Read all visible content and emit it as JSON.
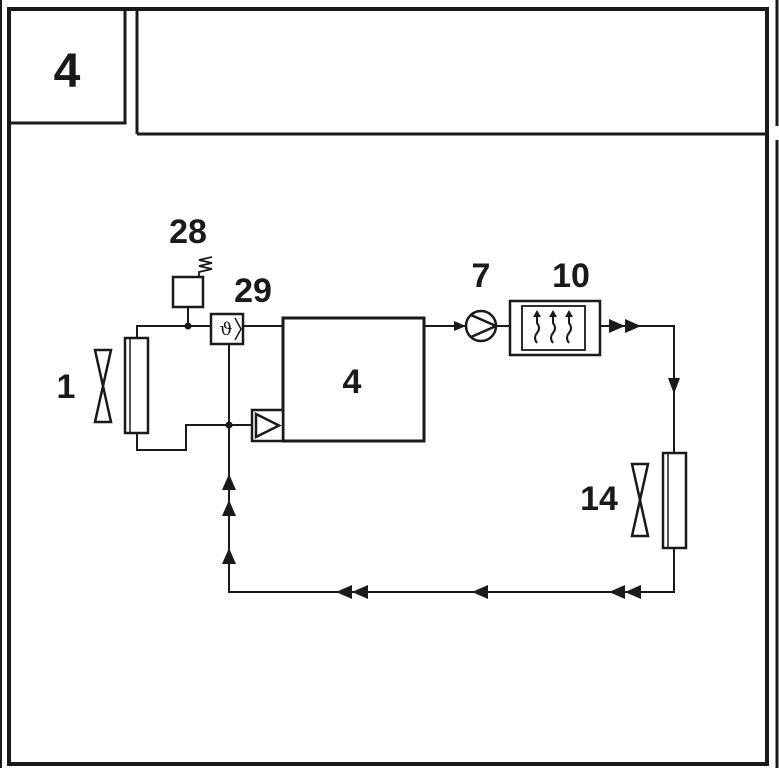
{
  "figure_label": "4",
  "components": {
    "fan_left": "1",
    "pressure_sensor": "28",
    "temperature_sensor": "29",
    "temperature_symbol": "ϑ",
    "unit_box": "4",
    "pump": "7",
    "heater": "10",
    "fan_right": "14"
  },
  "colors": {
    "line": "#1a1a1a",
    "background": "#ffffff"
  }
}
